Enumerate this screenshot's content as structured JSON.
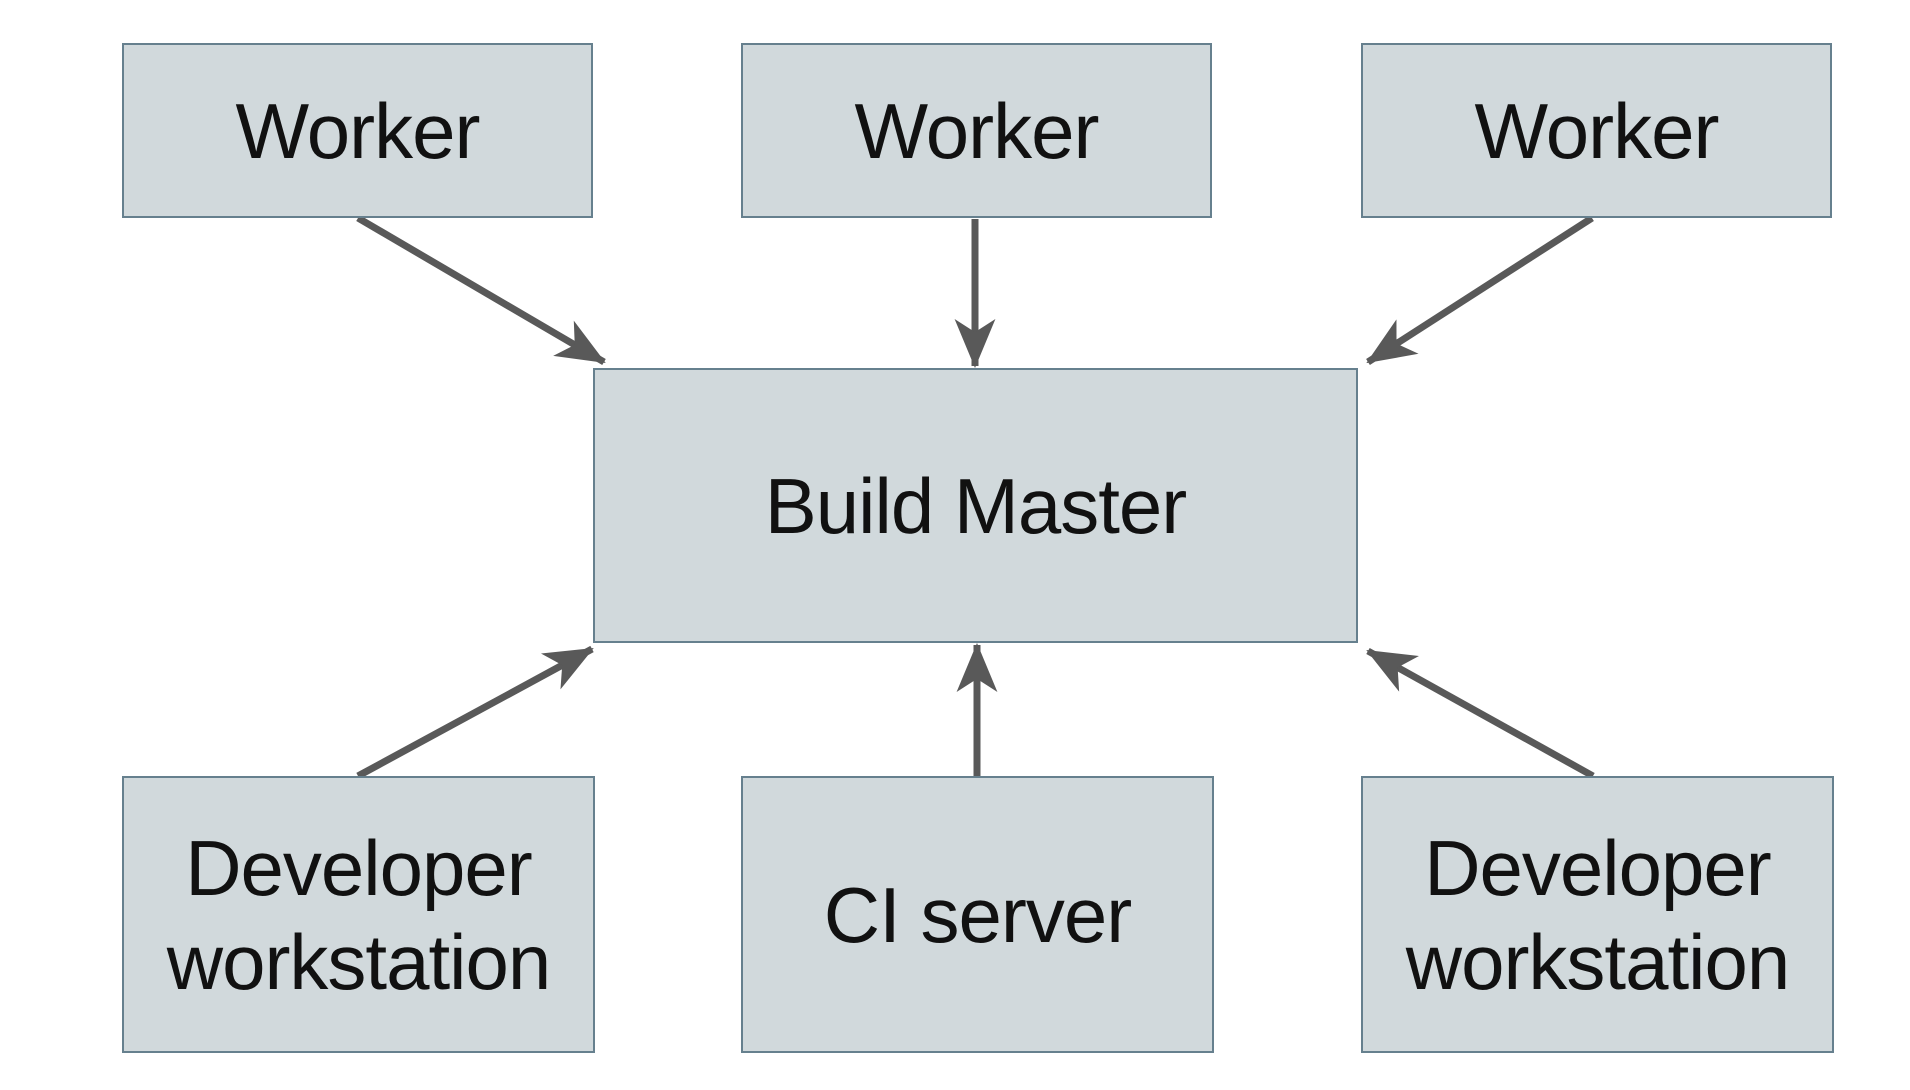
{
  "diagram": {
    "nodes": [
      {
        "id": "worker-1",
        "label": "Worker"
      },
      {
        "id": "worker-2",
        "label": "Worker"
      },
      {
        "id": "worker-3",
        "label": "Worker"
      },
      {
        "id": "build-master",
        "label": "Build Master"
      },
      {
        "id": "developer-workstation-1",
        "label": "Developer workstation"
      },
      {
        "id": "ci-server",
        "label": "CI server"
      },
      {
        "id": "developer-workstation-2",
        "label": "Developer workstation"
      }
    ],
    "edges": [
      {
        "from": "worker-1",
        "to": "build-master"
      },
      {
        "from": "worker-2",
        "to": "build-master"
      },
      {
        "from": "worker-3",
        "to": "build-master"
      },
      {
        "from": "developer-workstation-1",
        "to": "build-master"
      },
      {
        "from": "ci-server",
        "to": "build-master"
      },
      {
        "from": "developer-workstation-2",
        "to": "build-master"
      }
    ],
    "colors": {
      "node_fill": "#d1d9dc",
      "node_border": "#66808e",
      "arrow": "#595959",
      "text": "#111111",
      "background": "#ffffff"
    }
  }
}
